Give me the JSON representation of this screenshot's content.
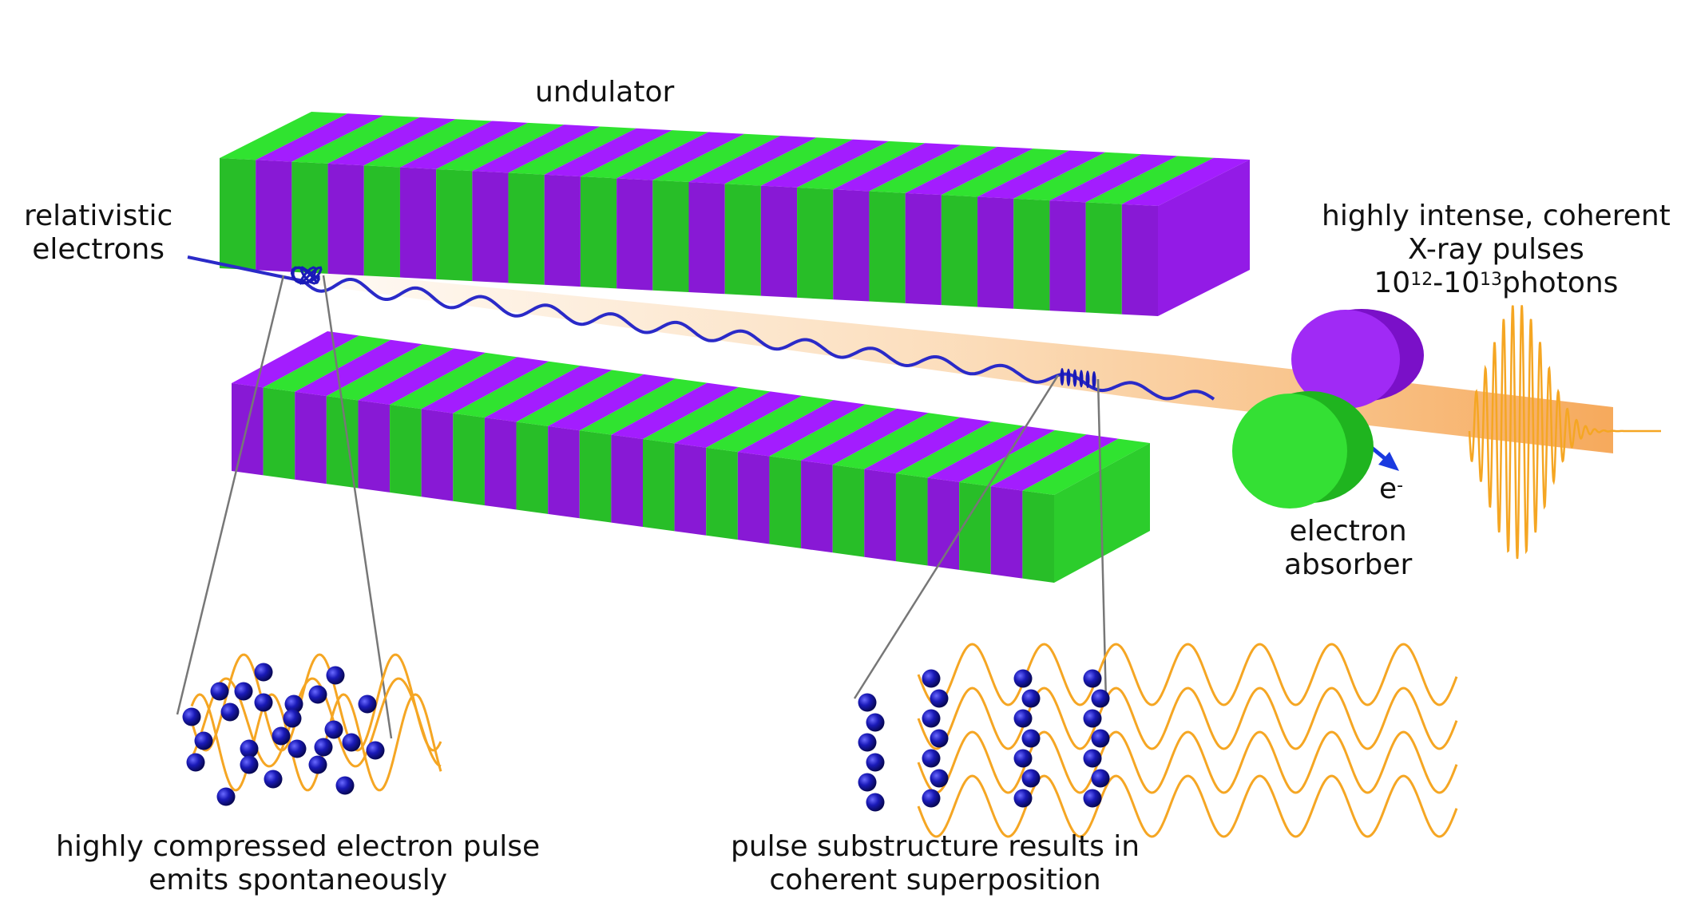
{
  "labels": {
    "undulator": "undulator",
    "electrons_line1": "relativistic",
    "electrons_line2": "electrons",
    "xray_line1": "highly intense, coherent",
    "xray_line2": "X-ray pulses",
    "photons_base1": "10",
    "photons_exp1": "12",
    "photons_sep": "-10",
    "photons_exp2": "13",
    "photons_word": "photons",
    "e_symbol": "e",
    "e_exp": "-",
    "absorber_line1": "electron",
    "absorber_line2": "absorber",
    "caption_left_line1": "highly compressed electron pulse",
    "caption_left_line2": "emits spontaneously",
    "caption_right_line1": "pulse substructure results in",
    "caption_right_line2": "coherent superposition"
  },
  "colors": {
    "magnet_green": "#2ed82e",
    "magnet_purple": "#9b1cf2",
    "electron_blue": "#1a1ab8",
    "wave_orange": "#f5a623",
    "beam_orange": "#f7b56a",
    "connector_gray": "#777777"
  }
}
